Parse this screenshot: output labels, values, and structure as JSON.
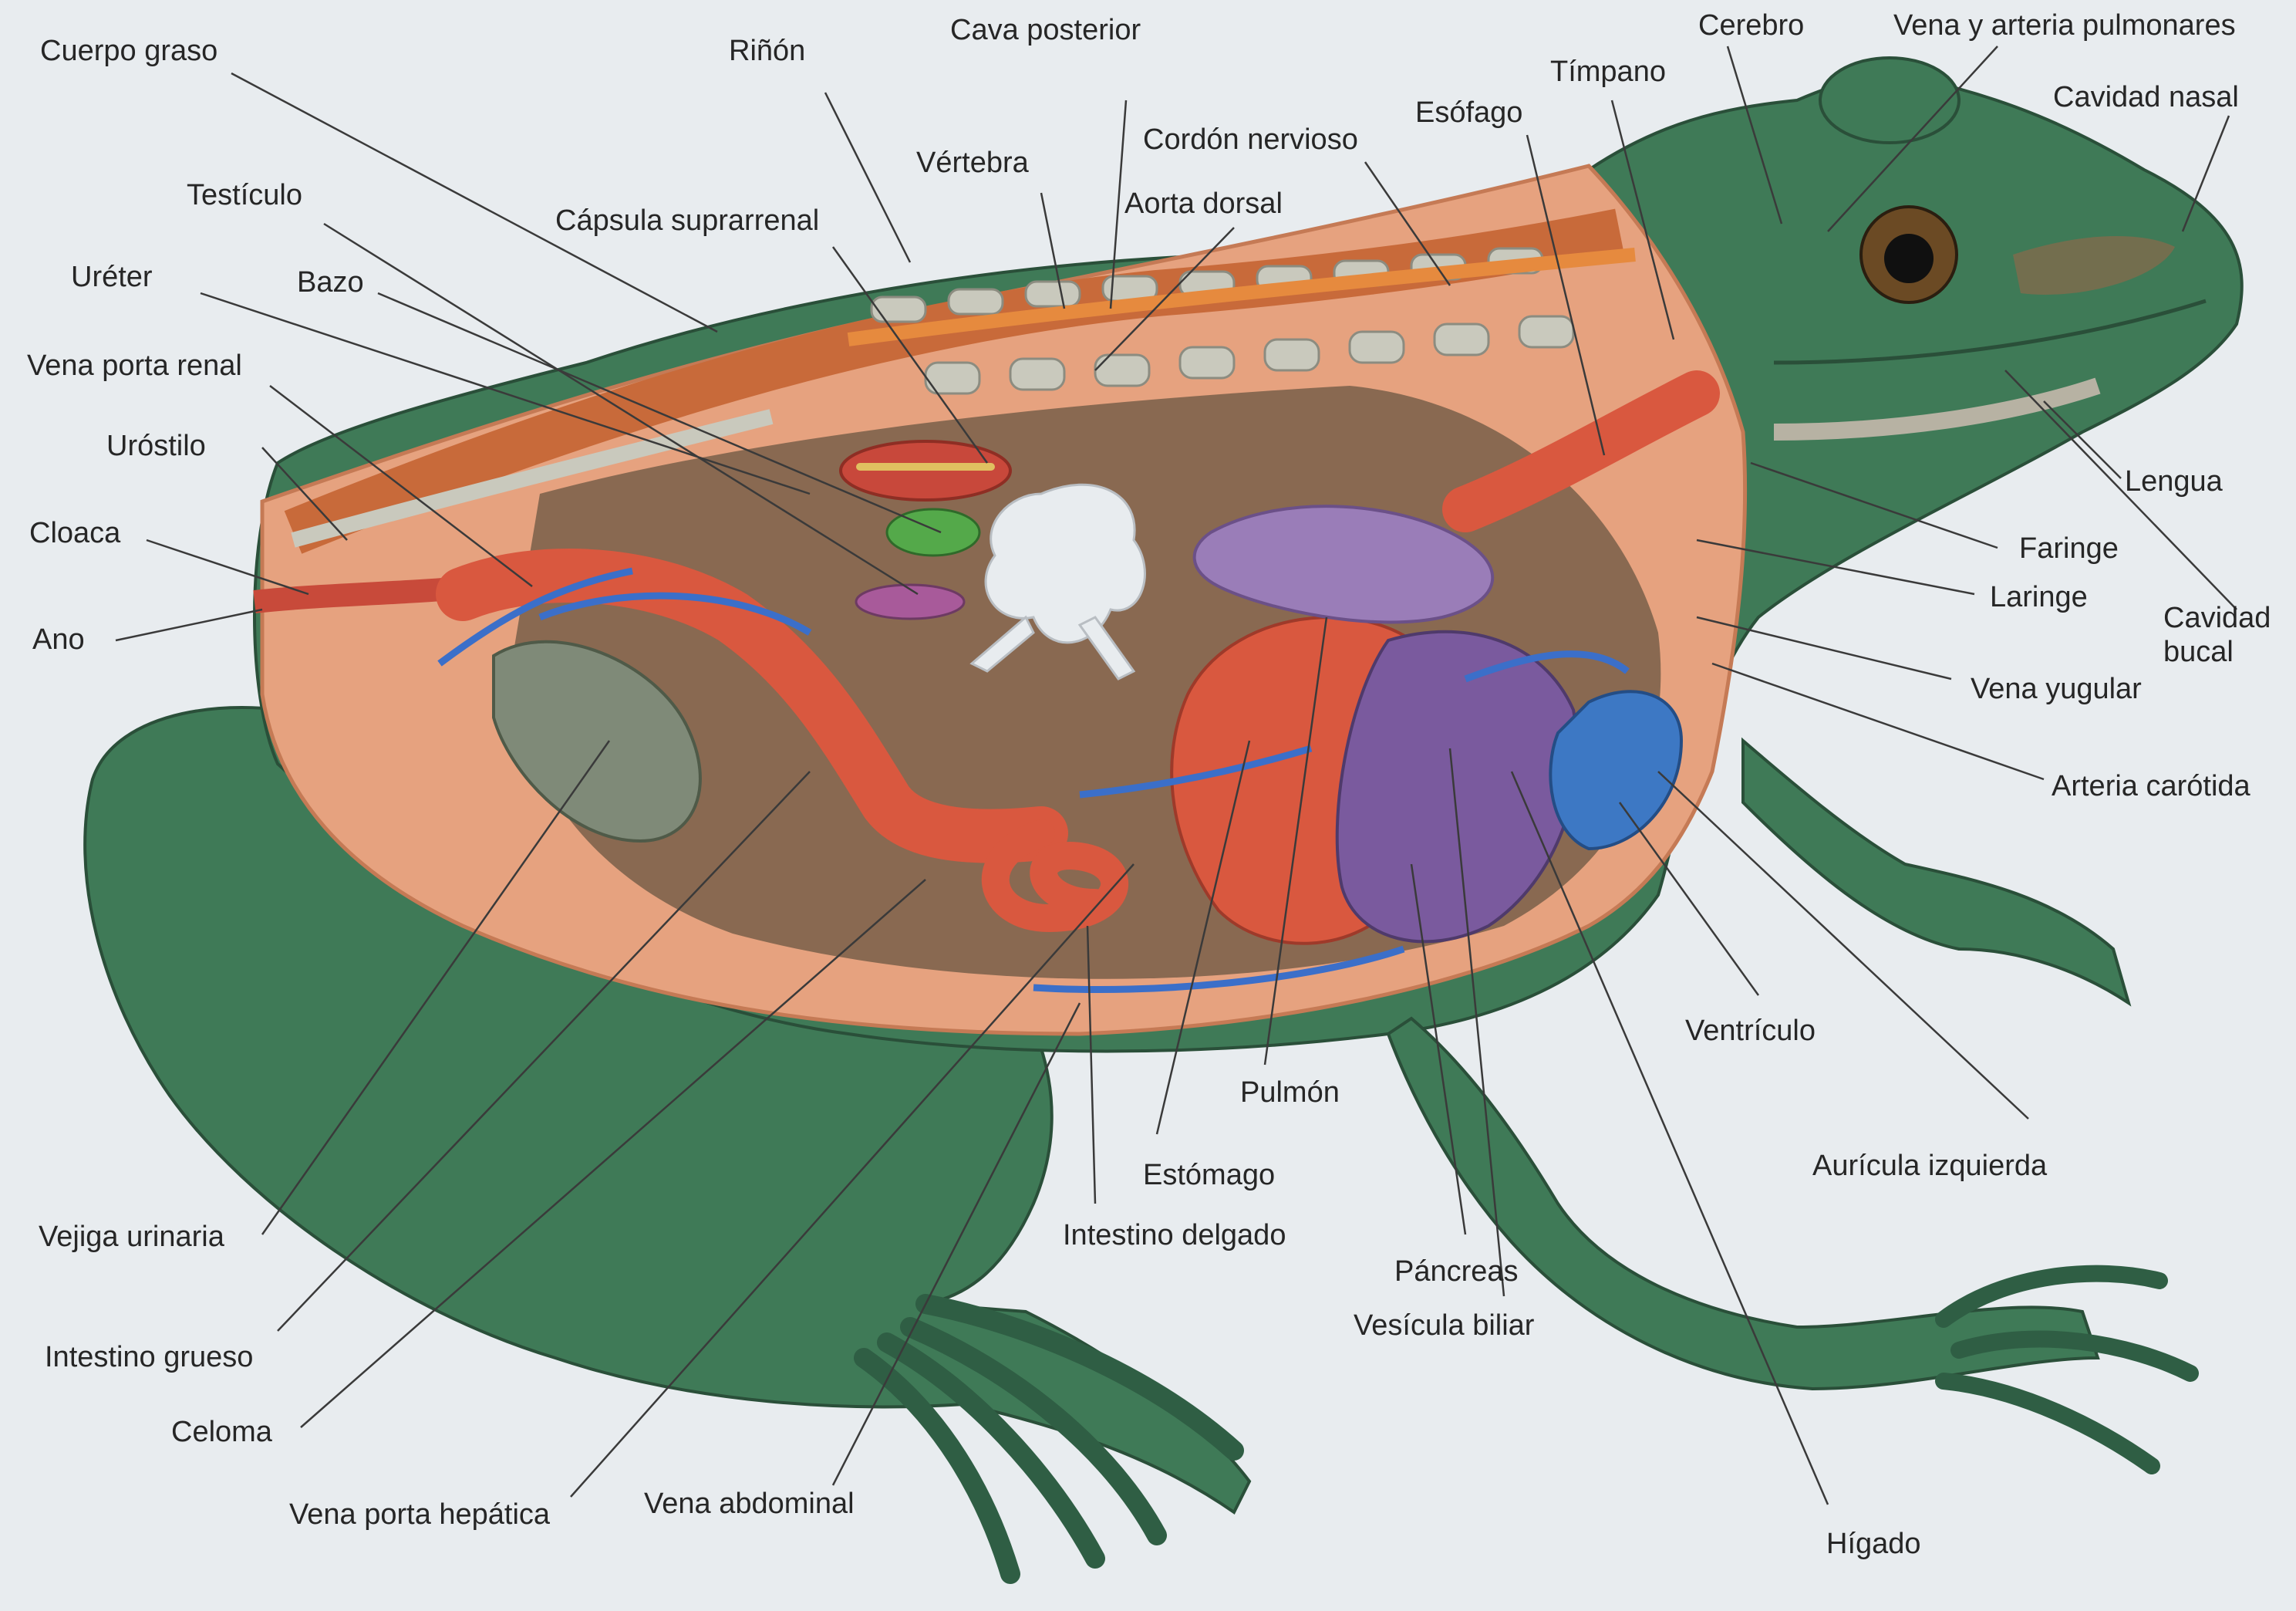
{
  "diagram": {
    "labels": {
      "cuerpo_graso": "Cuerpo graso",
      "rinon": "Riñón",
      "cava_posterior": "Cava posterior",
      "cerebro": "Cerebro",
      "vena_arteria_pulmonares": "Vena y arteria pulmonares",
      "timpano": "Tímpano",
      "cavidad_nasal": "Cavidad nasal",
      "esofago": "Esófago",
      "cordon_nervioso": "Cordón nervioso",
      "vertebra": "Vértebra",
      "aorta_dorsal": "Aorta dorsal",
      "testiculo": "Testículo",
      "capsula_suprarrenal": "Cápsula suprarrenal",
      "ureter": "Uréter",
      "bazo": "Bazo",
      "vena_porta_renal": "Vena porta renal",
      "urostilo": "Uróstilo",
      "cloaca": "Cloaca",
      "ano": "Ano",
      "lengua": "Lengua",
      "faringe": "Faringe",
      "laringe": "Laringe",
      "cavidad_bucal": "Cavidad\nbucal",
      "vena_yugular": "Vena yugular",
      "arteria_carotida": "Arteria carótida",
      "ventriculo": "Ventrículo",
      "pulmon": "Pulmón",
      "auricula_izquierda": "Aurícula izquierda",
      "estomago": "Estómago",
      "intestino_delgado": "Intestino delgado",
      "pancreas": "Páncreas",
      "vesicula_biliar": "Vesícula biliar",
      "higado": "Hígado",
      "vejiga_urinaria": "Vejiga urinaria",
      "intestino_grueso": "Intestino grueso",
      "celoma": "Celoma",
      "vena_porta_hepatica": "Vena porta hepática",
      "vena_abdominal": "Vena abdominal"
    }
  },
  "colors": {
    "skin": "#3f7a57",
    "skin_dark": "#2f5e44",
    "cavity": "#e6a27f",
    "organ_red": "#d9583f",
    "kidney": "#c8483b",
    "liver": "#7a5a9e",
    "lung": "#9a7db8",
    "vein_blue": "#3b6fc9",
    "ventricle": "#3d78c4",
    "fat_green": "#54a94a",
    "bladder": "#7f8a78",
    "vertebra": "#c9c9bd",
    "nerve_cord": "#e68a3e"
  }
}
